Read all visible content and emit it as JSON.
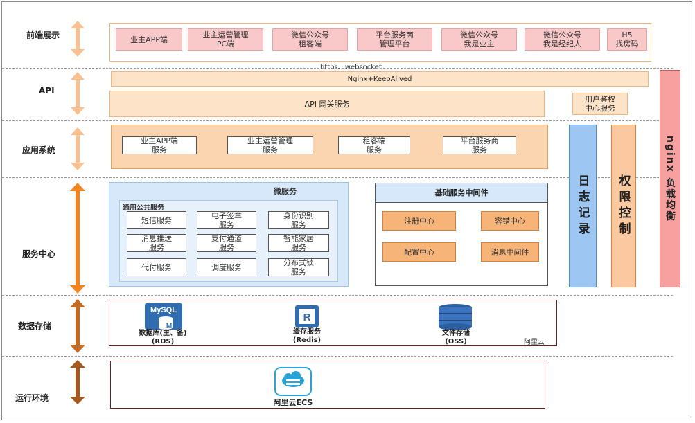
{
  "layers": {
    "frontend": "前端展示",
    "api": "API",
    "app_system": "应用系统",
    "service_center": "服务中心",
    "data_storage": "数据存储",
    "runtime": "运行环境"
  },
  "frontend_items": [
    "业主APP端",
    "业主运营管理\nPC端",
    "微信公众号\n租客端",
    "平台服务商\n管理平台",
    "微信公众号\n我是业主",
    "微信公众号\n我是经纪人",
    "H5\n找房码"
  ],
  "api": {
    "protocol": "https、websocket",
    "nginx": "Nginx+KeepAlived",
    "gateway": "API 网关服务",
    "auth_center": "用户鉴权\n中心服务"
  },
  "app_services": [
    "业主APP端\n服务",
    "业主运营管理\n服务",
    "租客端\n服务",
    "平台服务商\n服务"
  ],
  "microservice": {
    "title": "微服务",
    "common_title": "通用公共服务",
    "items": [
      "短信服务",
      "电子签章\n服务",
      "身份识别\n服务",
      "消息推送\n服务",
      "支付通道\n服务",
      "智能家居\n服务",
      "代付服务",
      "调度服务",
      "分布式锁\n服务"
    ]
  },
  "middleware": {
    "title": "基础服务中间件",
    "items": [
      "注册中心",
      "容错中心",
      "配置中心",
      "消息中间件"
    ]
  },
  "side_bars": {
    "log": "日志记录",
    "permission": "权限控制",
    "nginx_lb": "nginx 负载均衡"
  },
  "storage": {
    "mysql_logo": "MySQL",
    "mysql_badge": "M",
    "rds": "数据库(主、备)\n(RDS)",
    "redis_logo": "R",
    "redis": "缓存服务\n(Redis)",
    "oss": "文件存储\n(OSS)",
    "cloud": "阿里云"
  },
  "runtime_env": {
    "ecs": "阿里云ECS"
  },
  "colors": {
    "pink": "#f9c9c9",
    "peach": "#fde3c8",
    "orange": "#f7b479",
    "blue_panel": "#d6e8fa",
    "log_bar": "#9dc6f2",
    "permission_bar": "#fbc9a0",
    "nginx_bar": "#f7a0a0",
    "arrow_light": "#fbc08f",
    "arrow_orange": "#f5861f",
    "arrow_brown": "#a8581f"
  }
}
